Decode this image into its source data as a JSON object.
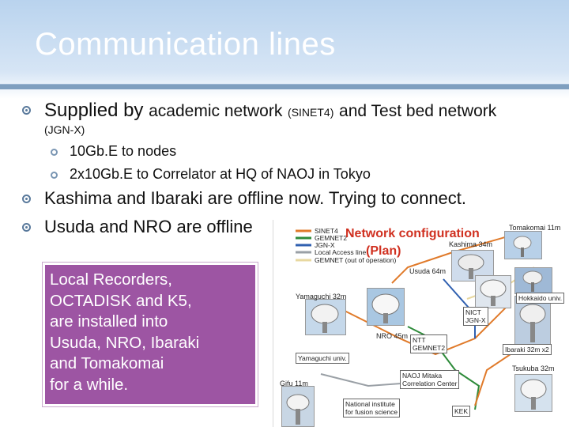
{
  "slide": {
    "title": "Communication lines"
  },
  "bullets": {
    "b1_part1": "Supplied by",
    "b1_part2": "academic network",
    "b1_part3": "(SINET4)",
    "b1_part4": "and Test bed network",
    "b1_cont": "(JGN-X)",
    "sub1": "10Gb.E to nodes",
    "sub2": "2x10Gb.E to Correlator at HQ of NAOJ in Tokyo",
    "b2": "Kashima and Ibaraki are offline now. Trying to connect.",
    "b3": "Usuda and NRO are offline"
  },
  "box": {
    "lines": [
      "Local Recorders,",
      "OCTADISK and K5,",
      "are installed into",
      "Usuda,  NRO, Ibaraki",
      "and Tomakomai",
      "for a while."
    ]
  },
  "network": {
    "title": "Network configuration",
    "plan": "(Plan)",
    "legend": [
      "SINET4",
      "GEMNET2",
      "JGN-X",
      "Local Access line",
      "GEMNET (out of operation)"
    ],
    "colors": {
      "sinet4": "#e07a2a",
      "gemnet2": "#2e8b3a",
      "jgnx": "#3060b0",
      "local": "#9aa0a6",
      "gemnet_old": "#e8d8a0"
    },
    "stations": {
      "tomakomai": "Tomakomai 11m",
      "kashima34": "Kashima 34m",
      "hokkaido": "Hokkaido univ.",
      "usuda": "Usuda 64m",
      "yamaguchi32": "Yamaguchi 32m",
      "nict": "NICT",
      "nict2": "JGN-X",
      "nro": "NRO 45m",
      "ntt": "NTT",
      "ntt2": "GEMNET2",
      "ibaraki": "Ibaraki 32m x2",
      "yamaguchi_univ": "Yamaguchi univ.",
      "tsukuba": "Tsukuba 32m",
      "naoj": "NAOJ Mitaka",
      "naoj2": "Correlation Center",
      "gifu": "Gifu 11m",
      "nifs1": "National institute",
      "nifs2": "for fusion science",
      "kek": "KEK"
    }
  }
}
